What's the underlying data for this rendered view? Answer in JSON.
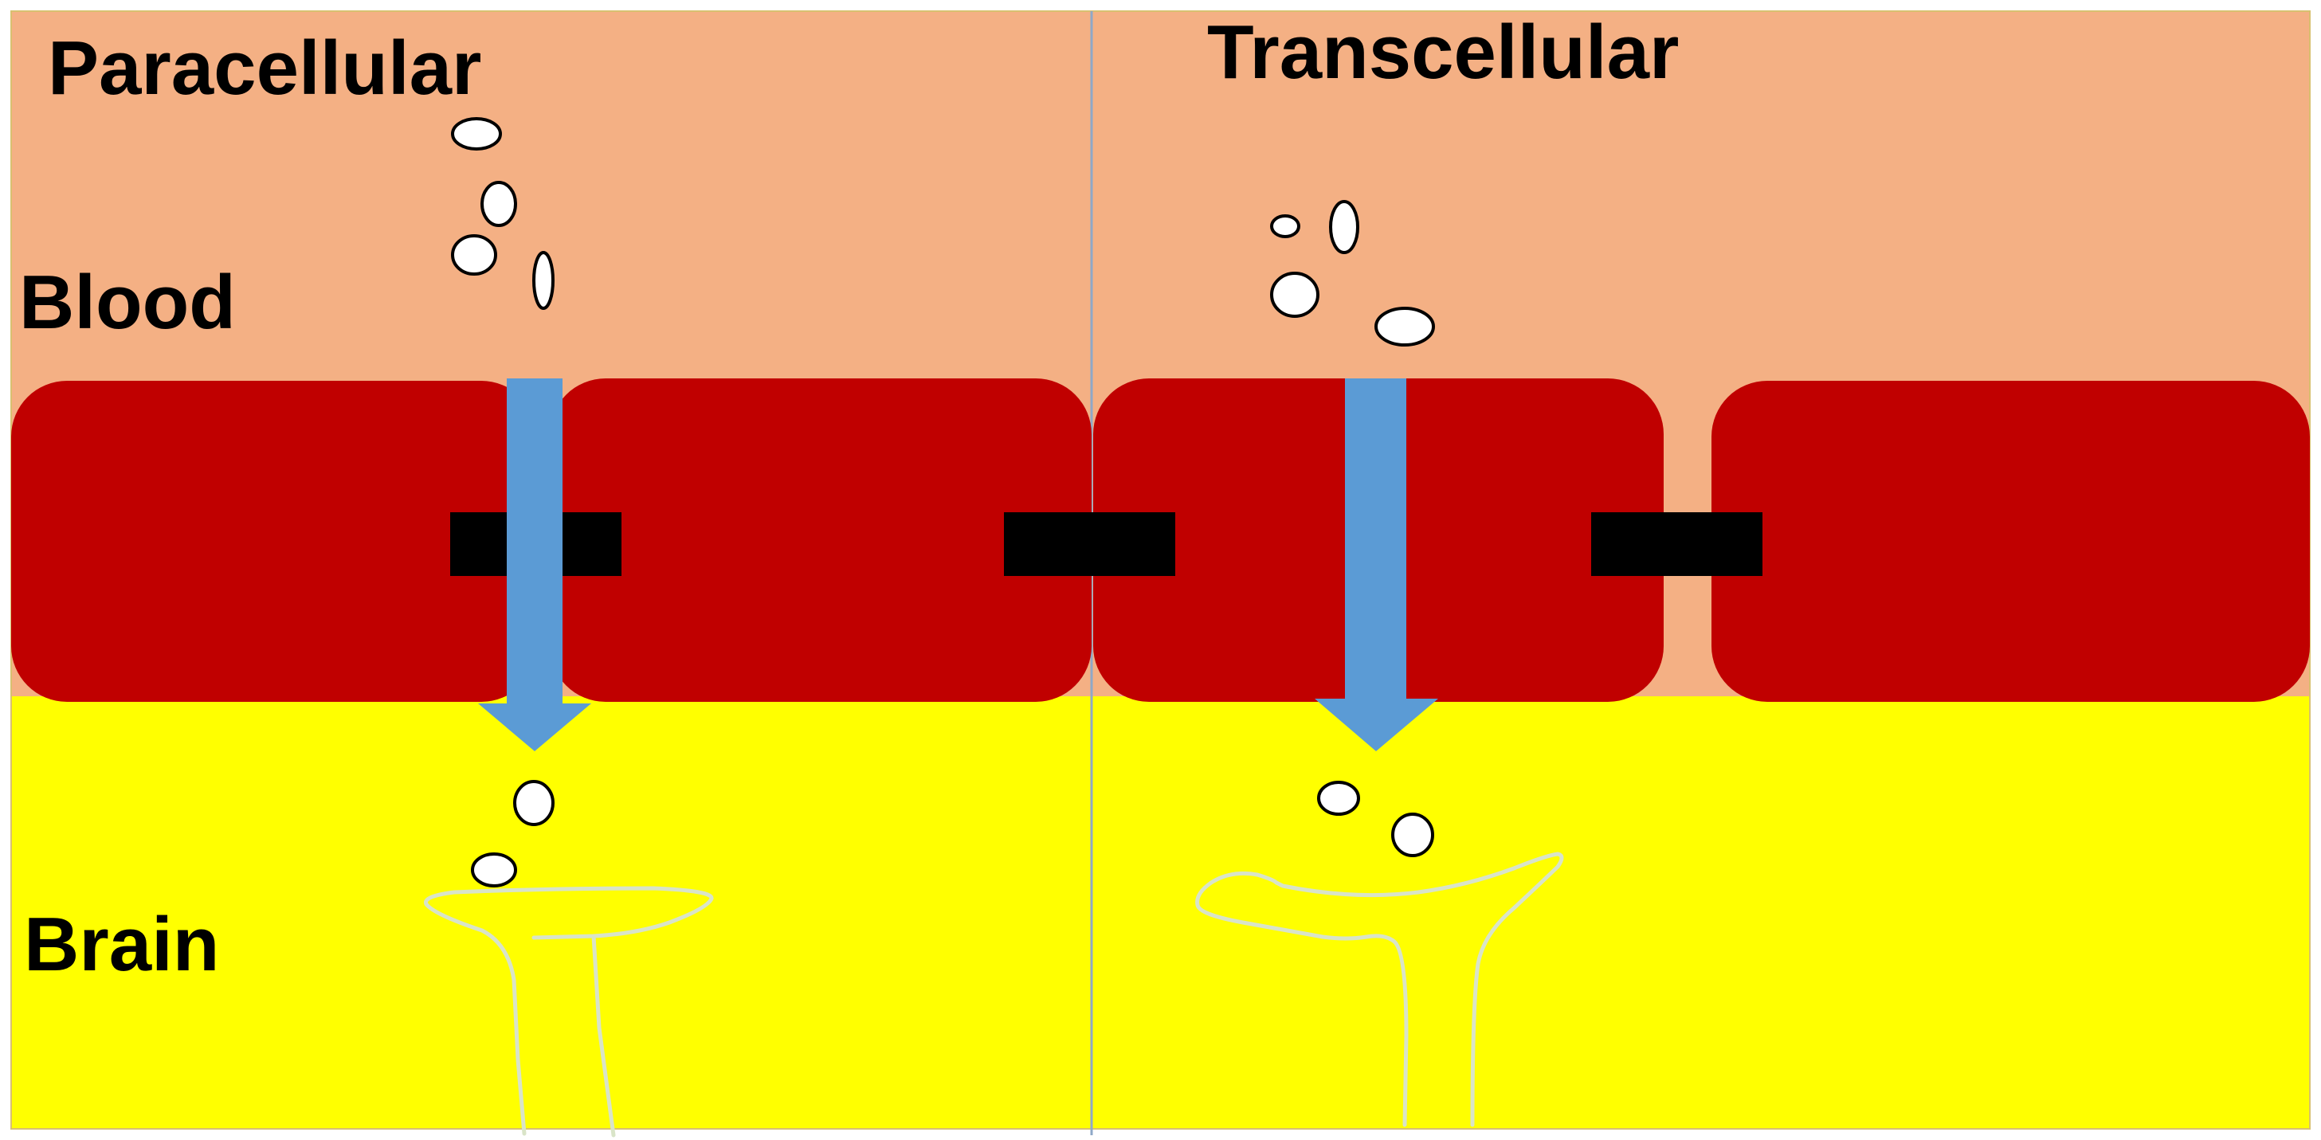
{
  "panels": {
    "paracellular_title": "Paracellular",
    "transcellular_title": "Transcellular"
  },
  "regions": {
    "blood_label": "Blood",
    "brain_label": "Brain"
  },
  "colors": {
    "blood": "#f4b084",
    "brain": "#ffff00",
    "endothelial_cell": "#c00000",
    "tight_junction": "#000000",
    "transport_arrow": "#5b9bd5",
    "molecule_fill": "#ffffff",
    "molecule_stroke": "#000000",
    "neuron_outline": "#d9e4c8",
    "divider": "#8fa8c8"
  },
  "icons": {
    "molecule": "ellipse-molecule-icon",
    "arrow": "down-arrow-icon",
    "neuron": "neuron-dendrite-icon"
  }
}
